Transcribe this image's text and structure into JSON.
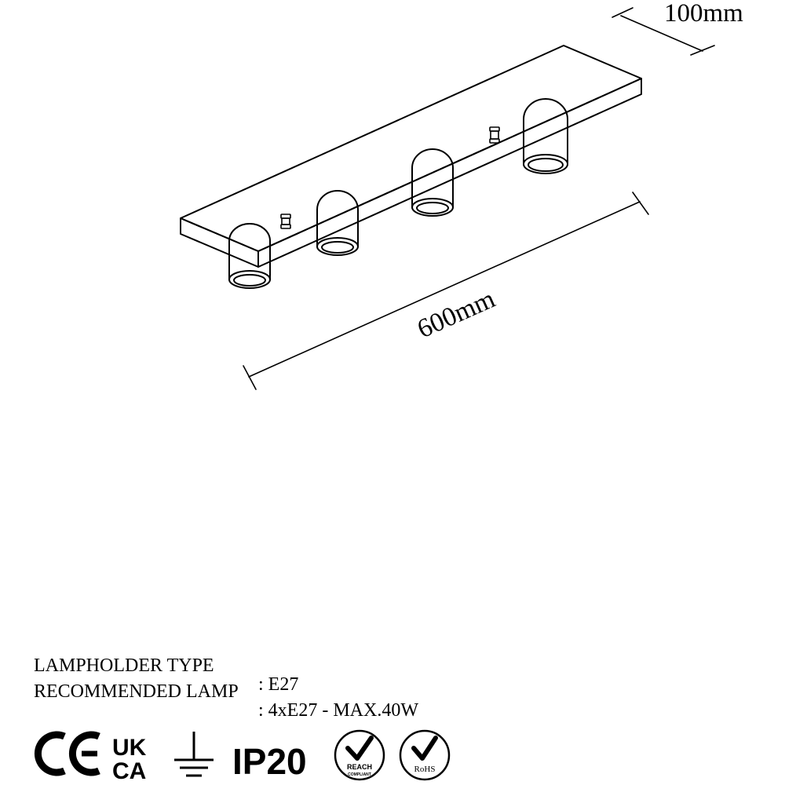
{
  "dimensions": {
    "depth": "100mm",
    "length": "600mm"
  },
  "specs": [
    {
      "label": "LAMPHOLDER TYPE",
      "value": ": E27"
    },
    {
      "label": "RECOMMENDED LAMP",
      "value": ": 4xE27 - MAX.40W"
    }
  ],
  "certifications": {
    "ce": "CE",
    "ukca_top": "UK",
    "ukca_bottom": "CA",
    "ip_rating": "IP20",
    "reach": "REACH",
    "reach_sub": "COMPLIANT",
    "rohs": "RoHS"
  },
  "icons": [
    "ce-mark-icon",
    "ukca-mark-icon",
    "earth-ground-icon",
    "reach-icon",
    "rohs-icon"
  ]
}
